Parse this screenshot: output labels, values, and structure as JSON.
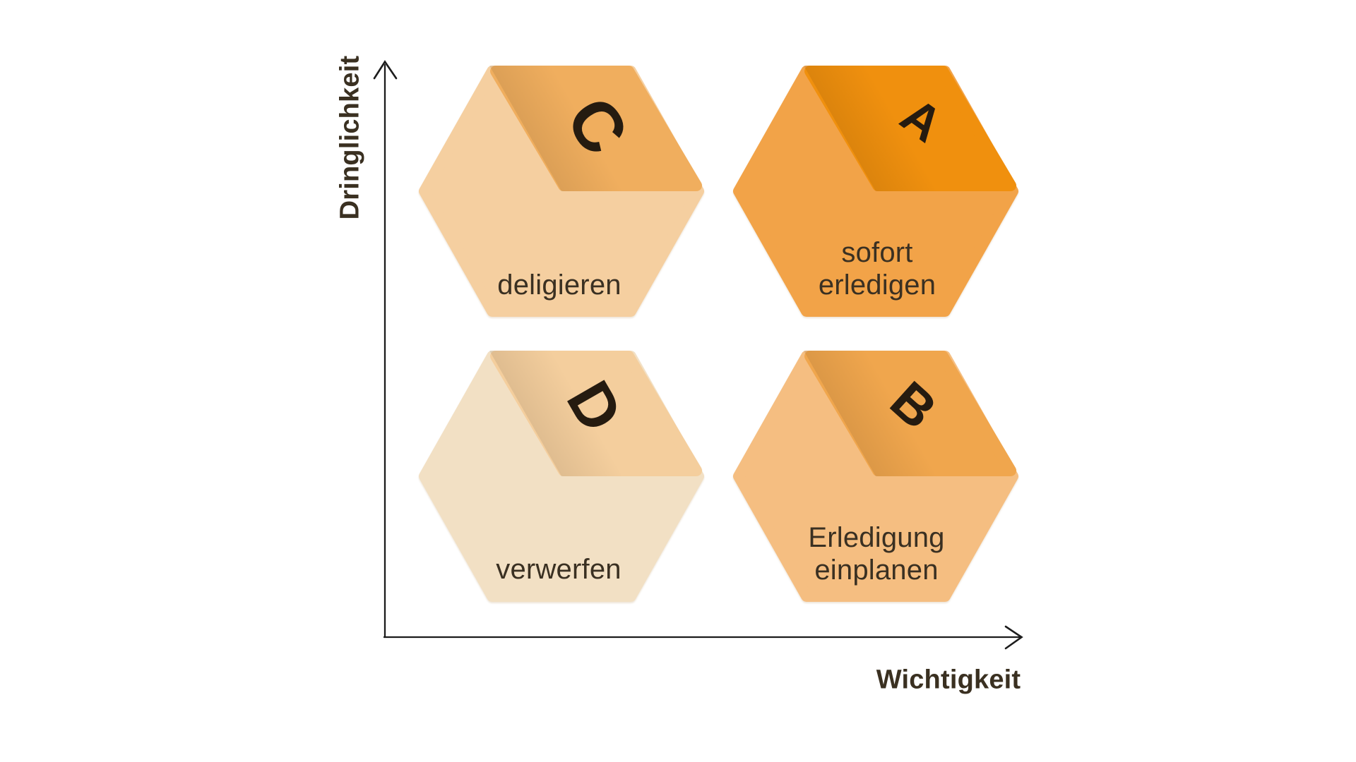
{
  "diagram": {
    "type": "eisenhower-priority-matrix",
    "background_color": "#ffffff",
    "letter_color": "#251b10",
    "label_color": "#3a3022",
    "axes": {
      "y_label": "Dringlichkeit",
      "x_label": "Wichtigkeit",
      "line_color": "#1c1c1c",
      "label_color": "#3a3021"
    },
    "quadrants": [
      {
        "letter": "A",
        "label": "sofort\nerledigen",
        "position": "top-right",
        "colors": {
          "facet": "#f0900e",
          "body": "#f2a348"
        }
      },
      {
        "letter": "B",
        "label": "Erledigung\neinplanen",
        "position": "bottom-right",
        "colors": {
          "facet": "#f0a64d",
          "body": "#f5be81"
        }
      },
      {
        "letter": "C",
        "label": "deligieren",
        "position": "top-left",
        "colors": {
          "facet": "#f0ae5e",
          "body": "#f5cfa0"
        }
      },
      {
        "letter": "D",
        "label": "verwerfen",
        "position": "bottom-left",
        "colors": {
          "facet": "#f4ce9d",
          "body": "#f2e0c4"
        }
      }
    ]
  }
}
